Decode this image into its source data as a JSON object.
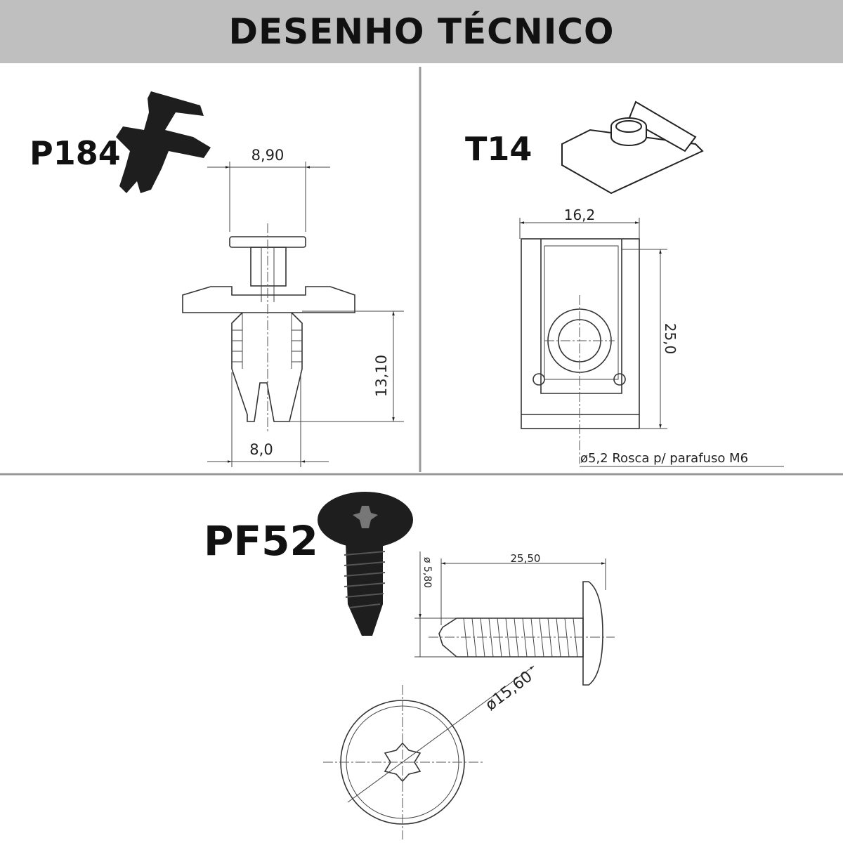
{
  "title": "DESENHO TÉCNICO",
  "parts": [
    {
      "code": "P184",
      "dimensions": [
        "8,90",
        "13,10",
        "8,0"
      ]
    },
    {
      "code": "T14",
      "dimensions": [
        "16,2",
        "25,0"
      ],
      "note": "ø5,2 Rosca p/ parafuso M6"
    },
    {
      "code": "PF52",
      "dimensions": [
        "25,50",
        "ø 5,80",
        "ø15,60"
      ]
    }
  ],
  "colors": {
    "header_bg": "#bfbfbf",
    "line": "#333333",
    "text": "#111111"
  }
}
